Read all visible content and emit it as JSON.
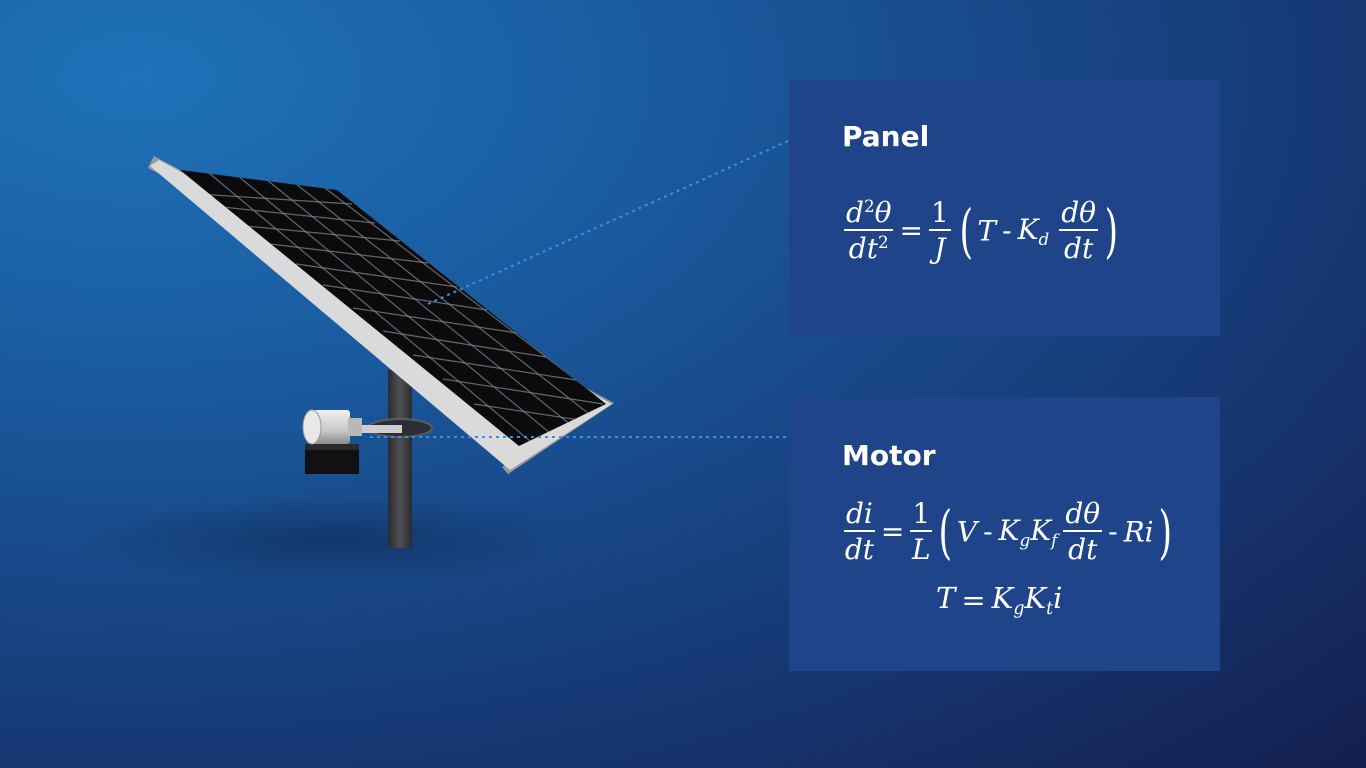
{
  "panel_card": {
    "title": "Panel",
    "equation": {
      "lhs_num_d": "d",
      "lhs_num_exp": "2",
      "lhs_num_var": "θ",
      "lhs_den": "dt",
      "lhs_den_exp": "2",
      "equals": "=",
      "coef_num": "1",
      "coef_den": "J",
      "open_paren": "(",
      "term1": "T",
      "minus": "-",
      "k": "K",
      "k_sub": "d",
      "rate_num": "dθ",
      "rate_den": "dt",
      "close_paren": ")"
    }
  },
  "motor_card": {
    "title": "Motor",
    "equation1": {
      "lhs_num": "di",
      "lhs_den": "dt",
      "equals": "=",
      "coef_num": "1",
      "coef_den": "L",
      "open_paren": "(",
      "term1": "V",
      "minus1": "-",
      "kg": "K",
      "kg_sub": "g",
      "kf": "K",
      "kf_sub": "f",
      "rate_num": "dθ",
      "rate_den": "dt",
      "minus2": "-",
      "term_last": "Ri",
      "close_paren": ")"
    },
    "equation2": {
      "lhs": "T",
      "equals": "=",
      "kg": "K",
      "kg_sub": "g",
      "kt": "K",
      "kt_sub": "t",
      "var": "i"
    }
  },
  "icons": [
    "solar-panel-illustration",
    "motor-illustration",
    "gearbox-illustration",
    "pole-illustration"
  ],
  "colors": {
    "card_background": "#1f4489",
    "leader_line": "#3d8fe0",
    "panel_cells": "#0b0b0d",
    "panel_frame": "#d9d9d9"
  }
}
